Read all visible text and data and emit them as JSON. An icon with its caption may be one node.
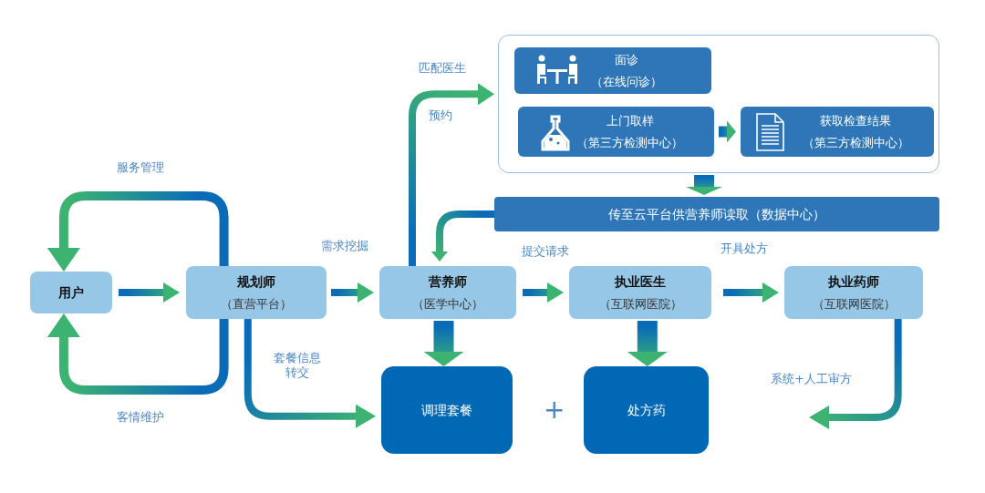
{
  "diagram": {
    "nodes": [
      {
        "text": [
          "用户"
        ]
      },
      {
        "text": [
          "规划师",
          "（直营平台）"
        ]
      },
      {
        "text": [
          "营养师",
          "（医学中心）"
        ]
      },
      {
        "text": [
          "执业医生",
          "（互联网医院）"
        ]
      },
      {
        "text": [
          "执业药师",
          "（互联网医院）"
        ]
      },
      {
        "text": [],
        "shape": "box"
      },
      {
        "text": [
          "面诊",
          "（在线问诊）"
        ],
        "in": 5
      },
      {
        "text": [
          "上门取样",
          "（第三方检测中心）"
        ],
        "in": 5
      },
      {
        "text": [
          "获取检查结果",
          "（第三方检测中心）"
        ],
        "in": 5
      },
      {
        "text": [
          "传至云平台供营养师读取（数据中心）"
        ]
      },
      {
        "text": [
          "调理套餐"
        ]
      },
      {
        "text": [
          "处方药"
        ]
      }
    ],
    "edges": [
      {
        "from": 0,
        "to": 1,
        "arrow": "to"
      },
      {
        "from": 1,
        "to": 0,
        "arrow": "to",
        "label": "服务管理"
      },
      {
        "from": 1,
        "to": 0,
        "arrow": "to",
        "label": "客情维护"
      },
      {
        "from": 1,
        "to": 2,
        "arrow": "to",
        "label": "需求挖掘"
      },
      {
        "from": 1,
        "to": 10,
        "arrow": "to",
        "label": "套餐信息转交"
      },
      {
        "from": 2,
        "to": 5,
        "arrow": "to",
        "label": "匹配医生"
      },
      {
        "from": 7,
        "to": 8,
        "arrow": "to"
      },
      {
        "from": 5,
        "to": 9,
        "arrow": "to"
      },
      {
        "from": 9,
        "to": 2,
        "arrow": "to"
      },
      {
        "from": 2,
        "to": 10,
        "arrow": "to"
      },
      {
        "from": 3,
        "to": 11,
        "arrow": "to"
      },
      {
        "from": 3,
        "to": 4,
        "arrow": "to",
        "label": "开具处方"
      },
      {
        "from": 2,
        "to": 3,
        "arrow": "to",
        "label": "提交请求"
      },
      {
        "from": 4,
        "to": null,
        "arrow": "to",
        "label": "系统+人工审方"
      }
    ],
    "labels": [
      "预约",
      "+"
    ]
  }
}
